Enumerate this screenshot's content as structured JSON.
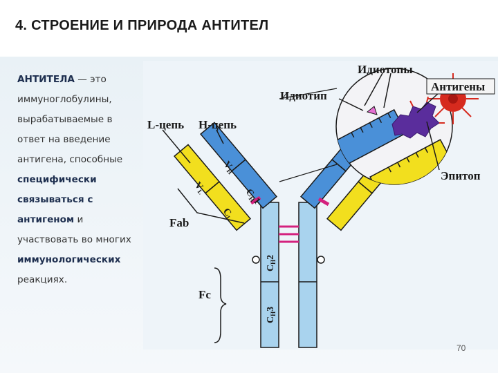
{
  "slide": {
    "title": "4. СТРОЕНИЕ И ПРИРОДА АНТИТЕЛ",
    "page_number": "70"
  },
  "text": {
    "term": "АНТИТЕЛА",
    "dash": " — это",
    "line1": "иммуноглобулины,",
    "line2": "вырабатываемые в",
    "line3": "ответ на введение",
    "line4": "антигена, способные",
    "em1": "специфически",
    "em2": "связываться с",
    "em3": "антигеном",
    "and": " и",
    "line5": "участвовать во многих",
    "em4": "иммунологических",
    "line6": "реакциях."
  },
  "diagram": {
    "labels": {
      "idiotopes": "Идиотопы",
      "antigens": "Антигены",
      "idiotype": "Идиотип",
      "l_chain": "L-цепь",
      "h_chain": "Н-цепь",
      "fab": "Fab",
      "fc": "Fc",
      "epitope": "Эпитоп"
    },
    "domains": {
      "vh": "V",
      "vh_sub": "H",
      "ch1": "C",
      "ch1_sub": "H",
      "ch1_num": "1",
      "vl": "V",
      "vl_sub": "L",
      "cl": "C",
      "cl_sub": "L",
      "ch2": "C",
      "ch2_sub": "H",
      "ch2_num": "2",
      "ch3": "C",
      "ch3_sub": "H",
      "ch3_num": "3"
    },
    "colors": {
      "heavy_chain": "#4a90d8",
      "light_chain": "#f2df1e",
      "fc_chain": "#a9d3ee",
      "hinge": "#d4217e",
      "antigen_purple": "#5a2d9c",
      "antigen_red": "#d62a1e",
      "outline": "#1a1a1a"
    }
  }
}
